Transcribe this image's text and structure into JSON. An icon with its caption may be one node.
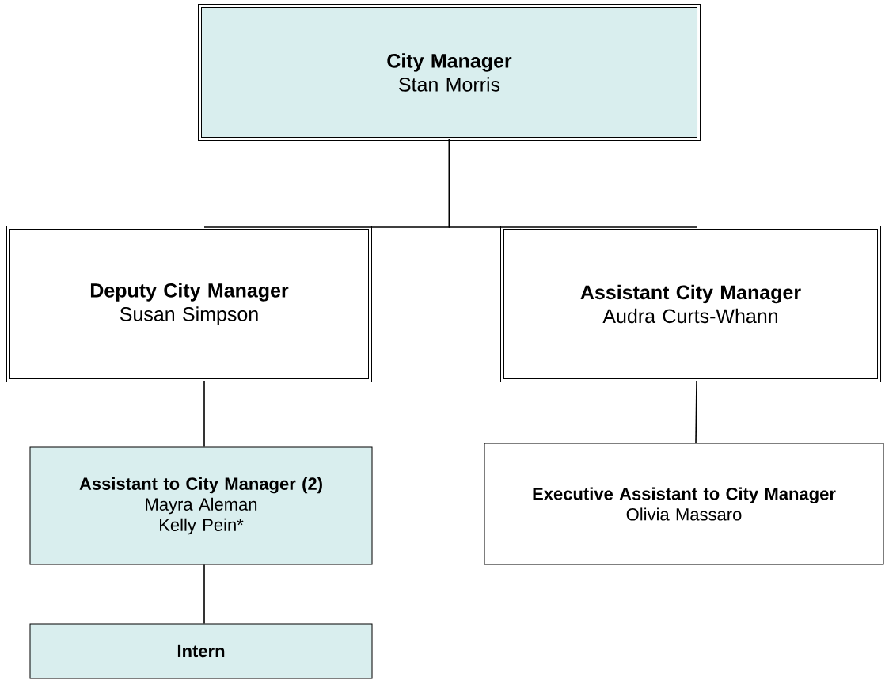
{
  "diagram": {
    "nodes": [
      {
        "text": [
          "City Manager",
          "Stan Morris"
        ]
      },
      {
        "text": [
          "Deputy City Manager",
          "Susan Simpson"
        ]
      },
      {
        "text": [
          "Assistant City Manager",
          "Audra Curts-Whann"
        ]
      },
      {
        "text": [
          "Assistant to City Manager (2)",
          "Mayra Aleman",
          "Kelly Pein*"
        ]
      },
      {
        "text": [
          "Executive Assistant to City Manager",
          "Olivia Massaro"
        ]
      },
      {
        "text": [
          "Intern"
        ]
      }
    ],
    "edges": [
      {
        "from": 0,
        "to": 1,
        "arrow": "none"
      },
      {
        "from": 0,
        "to": 2,
        "arrow": "none"
      },
      {
        "from": 1,
        "to": 3,
        "arrow": "none"
      },
      {
        "from": 2,
        "to": 4,
        "arrow": "none"
      },
      {
        "from": 3,
        "to": 5,
        "arrow": "none"
      }
    ]
  }
}
